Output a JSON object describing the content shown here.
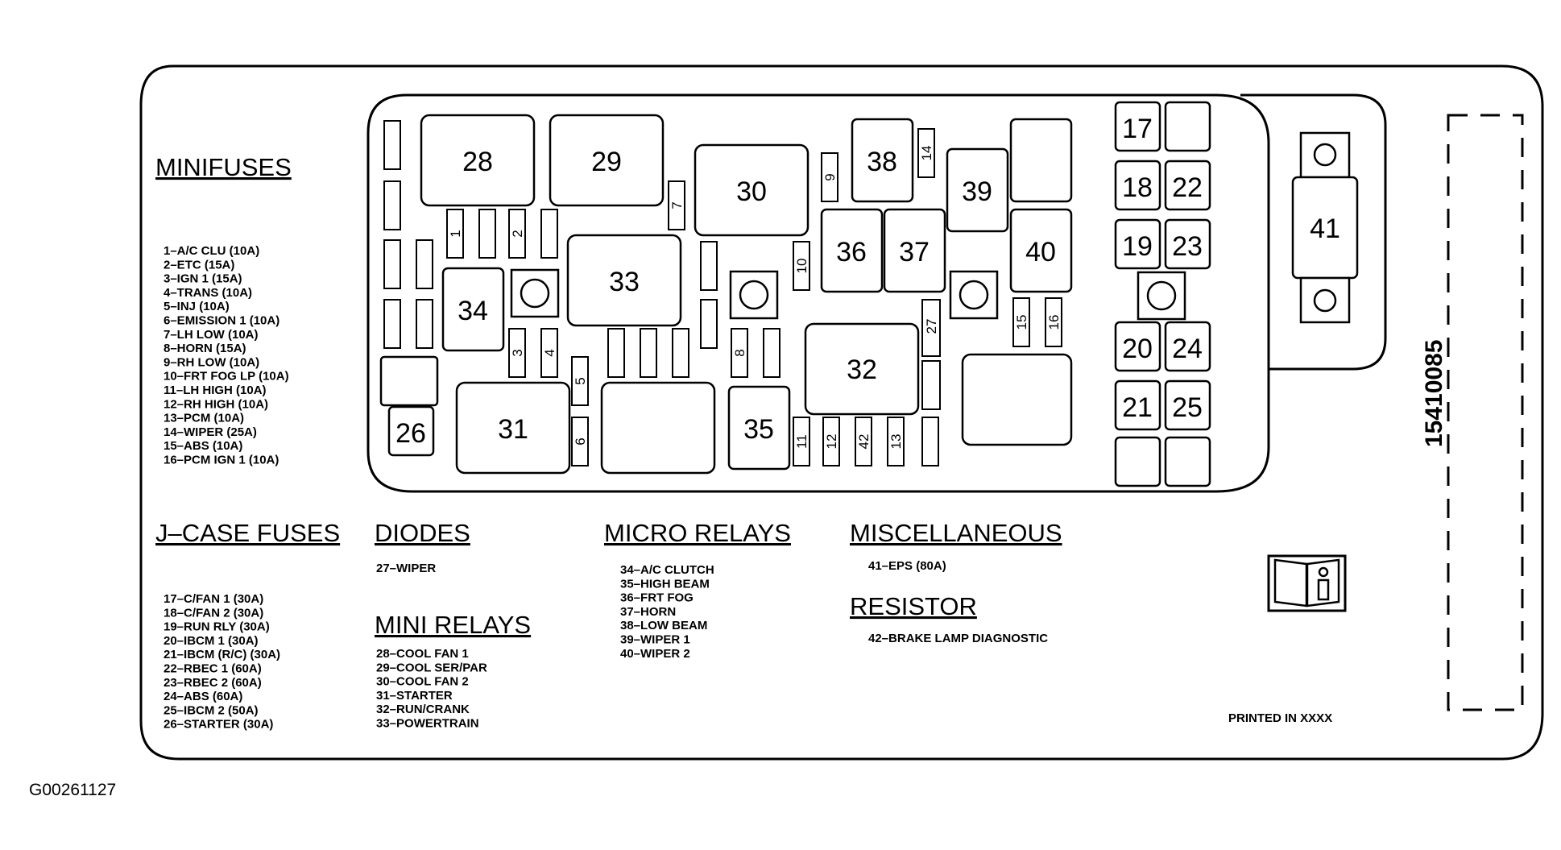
{
  "headings": {
    "minifuses": "MINIFUSES",
    "jcase": "J–CASE FUSES",
    "diodes": "DIODES",
    "mini_relays": "MINI RELAYS",
    "micro_relays": "MICRO RELAYS",
    "misc": "MISCELLANEOUS",
    "resistor": "RESISTOR"
  },
  "minifuses": [
    "1–A/C CLU (10A)",
    "2–ETC (15A)",
    "3–IGN 1 (15A)",
    "4–TRANS (10A)",
    "5–INJ (10A)",
    "6–EMISSION 1 (10A)",
    "7–LH LOW (10A)",
    "8–HORN (15A)",
    "9–RH LOW (10A)",
    "10–FRT FOG LP (10A)",
    "11–LH HIGH (10A)",
    "12–RH HIGH (10A)",
    "13–PCM (10A)",
    "14–WIPER (25A)",
    "15–ABS (10A)",
    "16–PCM IGN 1 (10A)"
  ],
  "jcase_fuses": [
    "17–C/FAN 1 (30A)",
    "18–C/FAN 2 (30A)",
    "19–RUN RLY (30A)",
    "20–IBCM 1 (30A)",
    "21–IBCM (R/C) (30A)",
    "22–RBEC 1 (60A)",
    "23–RBEC 2 (60A)",
    "24–ABS (60A)",
    "25–IBCM 2 (50A)",
    "26–STARTER (30A)"
  ],
  "diodes": [
    "27–WIPER"
  ],
  "mini_relays": [
    "28–COOL FAN 1",
    "29–COOL SER/PAR",
    "30–COOL FAN 2",
    "31–STARTER",
    "32–RUN/CRANK",
    "33–POWERTRAIN"
  ],
  "micro_relays": [
    "34–A/C CLUTCH",
    "35–HIGH BEAM",
    "36–FRT FOG",
    "37–HORN",
    "38–LOW BEAM",
    "39–WIPER 1",
    "40–WIPER 2"
  ],
  "misc": [
    "41–EPS (80A)"
  ],
  "resistor": [
    "42–BRAKE LAMP DIAGNOSTIC"
  ],
  "part_number": "15410085",
  "printed_in": "PRINTED IN XXXX",
  "figure_id": "G00261127",
  "icon": "manual-info-icon",
  "block": {
    "n26": "26",
    "n28": "28",
    "n29": "29",
    "n30": "30",
    "n31": "31",
    "n32": "32",
    "n33": "33",
    "n34": "34",
    "n35": "35",
    "n36": "36",
    "n37": "37",
    "n38": "38",
    "n39": "39",
    "n40": "40",
    "n41": "41",
    "n17": "17",
    "n18": "18",
    "n19": "19",
    "n20": "20",
    "n21": "21",
    "n22": "22",
    "n23": "23",
    "n24": "24",
    "n25": "25",
    "n1": "1",
    "n2": "2",
    "n3": "3",
    "n4": "4",
    "n5": "5",
    "n6": "6",
    "n7": "7",
    "n8": "8",
    "n9": "9",
    "n10": "10",
    "n11": "11",
    "n12": "12",
    "n13": "13",
    "n14": "14",
    "n15": "15",
    "n16": "16",
    "n27": "27",
    "n42": "42"
  }
}
